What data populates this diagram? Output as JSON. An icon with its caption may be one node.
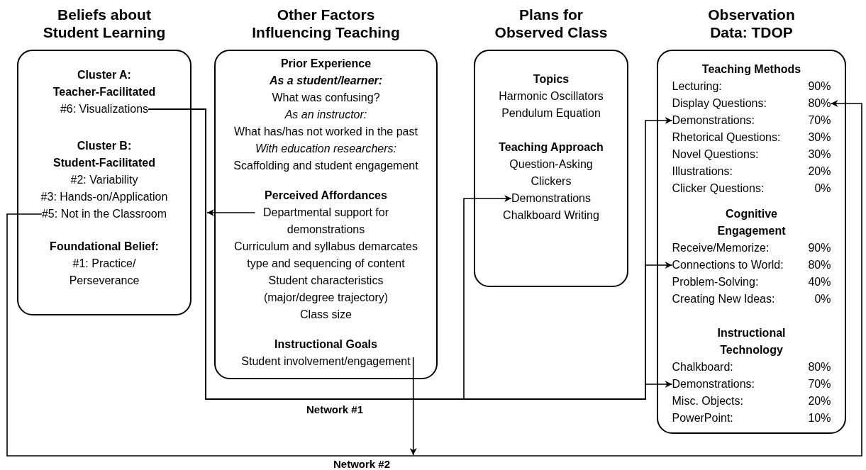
{
  "diagram": {
    "nodes": [
      {
        "text": [
          "Beliefs about Student Learning"
        ]
      },
      {
        "text": [
          "Cluster A: Teacher-Facilitated"
        ],
        "in": 0
      },
      {
        "text": [
          "#6: Visualizations"
        ],
        "in": 0
      },
      {
        "text": [
          "Cluster B: Student-Facilitated"
        ],
        "in": 0
      },
      {
        "text": [
          "#2: Variability"
        ],
        "in": 0
      },
      {
        "text": [
          "#3: Hands-on/Application"
        ],
        "in": 0
      },
      {
        "text": [
          "#5: Not in the Classroom"
        ],
        "in": 0
      },
      {
        "text": [
          "Foundational Belief:"
        ],
        "in": 0
      },
      {
        "text": [
          "#1: Practice/ Perseverance"
        ],
        "in": 0
      },
      {
        "text": [
          "Other Factors Influencing Teaching"
        ]
      },
      {
        "text": [
          "Prior Experience"
        ],
        "in": 9
      },
      {
        "text": [
          "As a student/learner:"
        ],
        "in": 9
      },
      {
        "text": [
          "What was confusing?"
        ],
        "in": 9
      },
      {
        "text": [
          "As an instructor:"
        ],
        "in": 9
      },
      {
        "text": [
          "What has/has not worked in the past"
        ],
        "in": 9
      },
      {
        "text": [
          "With education researchers:"
        ],
        "in": 9
      },
      {
        "text": [
          "Scaffolding and student engagement"
        ],
        "in": 9
      },
      {
        "text": [
          "Perceived Affordances"
        ],
        "in": 9
      },
      {
        "text": [
          "Departmental support for demonstrations"
        ],
        "in": 9
      },
      {
        "text": [
          "Curriculum and syllabus demarcates type and sequencing of content"
        ],
        "in": 9
      },
      {
        "text": [
          "Student characteristics (major/degree trajectory)"
        ],
        "in": 9
      },
      {
        "text": [
          "Class size"
        ],
        "in": 9
      },
      {
        "text": [
          "Instructional Goals"
        ],
        "in": 9
      },
      {
        "text": [
          "Student involvement/engagement"
        ],
        "in": 9
      },
      {
        "text": [
          "Plans for Observed Class"
        ]
      },
      {
        "text": [
          "Topics"
        ],
        "in": 24
      },
      {
        "text": [
          "Harmonic Oscillators"
        ],
        "in": 24
      },
      {
        "text": [
          "Pendulum Equation"
        ],
        "in": 24
      },
      {
        "text": [
          "Teaching Approach"
        ],
        "in": 24
      },
      {
        "text": [
          "Question-Asking"
        ],
        "in": 24
      },
      {
        "text": [
          "Clickers"
        ],
        "in": 24
      },
      {
        "text": [
          "Demonstrations"
        ],
        "in": 24
      },
      {
        "text": [
          "Chalkboard Writing"
        ],
        "in": 24
      },
      {
        "text": [
          "Observation Data: TDOP"
        ]
      },
      {
        "text": [
          "Teaching Methods"
        ],
        "in": 33
      },
      {
        "text": [
          "Lecturing:",
          "90%"
        ],
        "in": 33
      },
      {
        "text": [
          "Display Questions:",
          "80%"
        ],
        "in": 33
      },
      {
        "text": [
          "Demonstrations:",
          "70%"
        ],
        "in": 33
      },
      {
        "text": [
          "Rhetorical Questions:",
          "30%"
        ],
        "in": 33
      },
      {
        "text": [
          "Novel Questions:",
          "30%"
        ],
        "in": 33
      },
      {
        "text": [
          "Illustrations:",
          "20%"
        ],
        "in": 33
      },
      {
        "text": [
          "Clicker Questions:",
          "0%"
        ],
        "in": 33
      },
      {
        "text": [
          "Cognitive Engagement"
        ],
        "in": 33
      },
      {
        "text": [
          "Receive/Memorize:",
          "90%"
        ],
        "in": 33
      },
      {
        "text": [
          "Connections to World:",
          "80%"
        ],
        "in": 33
      },
      {
        "text": [
          "Problem-Solving:",
          "40%"
        ],
        "in": 33
      },
      {
        "text": [
          "Creating New Ideas:",
          "0%"
        ],
        "in": 33
      },
      {
        "text": [
          "Instructional Technology"
        ],
        "in": 33
      },
      {
        "text": [
          "Chalkboard:",
          "80%"
        ],
        "in": 33
      },
      {
        "text": [
          "Demonstrations:",
          "70%"
        ],
        "in": 33
      },
      {
        "text": [
          "Misc. Objects:",
          "20%"
        ],
        "in": 33
      },
      {
        "text": [
          "PowerPoint:",
          "10%"
        ],
        "in": 33
      }
    ],
    "edges": [
      {
        "from": 2,
        "to": 31,
        "arrow": "to"
      },
      {
        "from": 2,
        "to": 37,
        "arrow": "to"
      },
      {
        "from": 2,
        "to": 44,
        "arrow": "to"
      },
      {
        "from": 2,
        "to": 49,
        "arrow": "to"
      },
      {
        "from": 6,
        "to": 36,
        "arrow": "to"
      },
      {
        "from": 18,
        "to": null,
        "arrow": "to"
      },
      {
        "from": 23,
        "to": null,
        "arrow": "to"
      }
    ],
    "labels": [
      "Network #1",
      "Network #2"
    ]
  }
}
